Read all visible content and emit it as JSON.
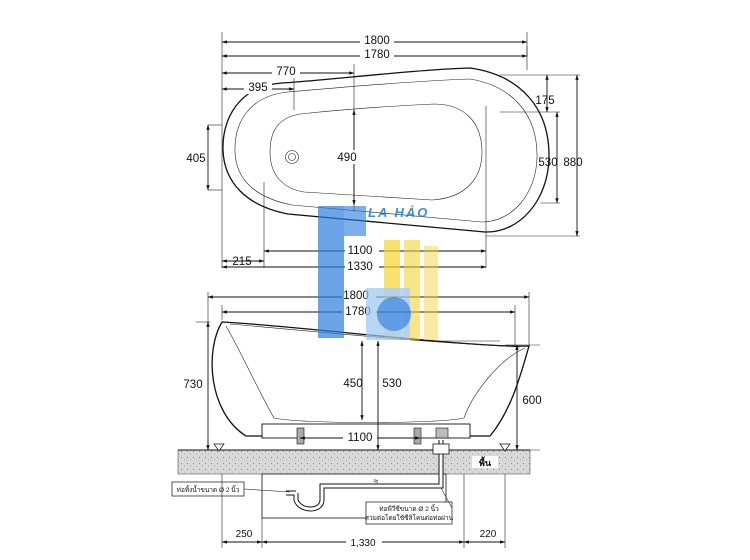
{
  "watermark": {
    "text": "LA HẢO",
    "colors": {
      "blue": "#2b7de0",
      "light_blue": "#9cc4f0",
      "yellow": "#f4d230"
    }
  },
  "top_view": {
    "dimensions": {
      "total_length": "1800",
      "rim_length": "1780",
      "rim_to_bowl_end": "770",
      "rim_to_drain_center": "395",
      "bowl_end_offset": "175",
      "bowl_width_left": "405",
      "bowl_width_center": "490",
      "width_right_inner": "530",
      "total_width": "880",
      "bowl_length": "1100",
      "inner_length": "1330",
      "left_offset": "215"
    }
  },
  "side_view": {
    "dimensions": {
      "total_length": "1800",
      "rim_length": "1780",
      "height_left": "730",
      "inner_depth": "450",
      "height_center": "530",
      "height_right": "600",
      "base_length": "1100"
    },
    "floor_label": "พื้น",
    "drain_note_left": "ท่อทิ้งน้ำขนาด Ø 2 นิ้ว",
    "drain_note_right_1": "ท่อพีวีซีขนาด Ø 2 นิ้ว",
    "drain_note_right_2": "สวมต่อโดยใช้ซีลิโคนต่อท่อผ่าน",
    "bottom_dims": {
      "left": "250",
      "center": "1,330",
      "right": "220"
    }
  }
}
